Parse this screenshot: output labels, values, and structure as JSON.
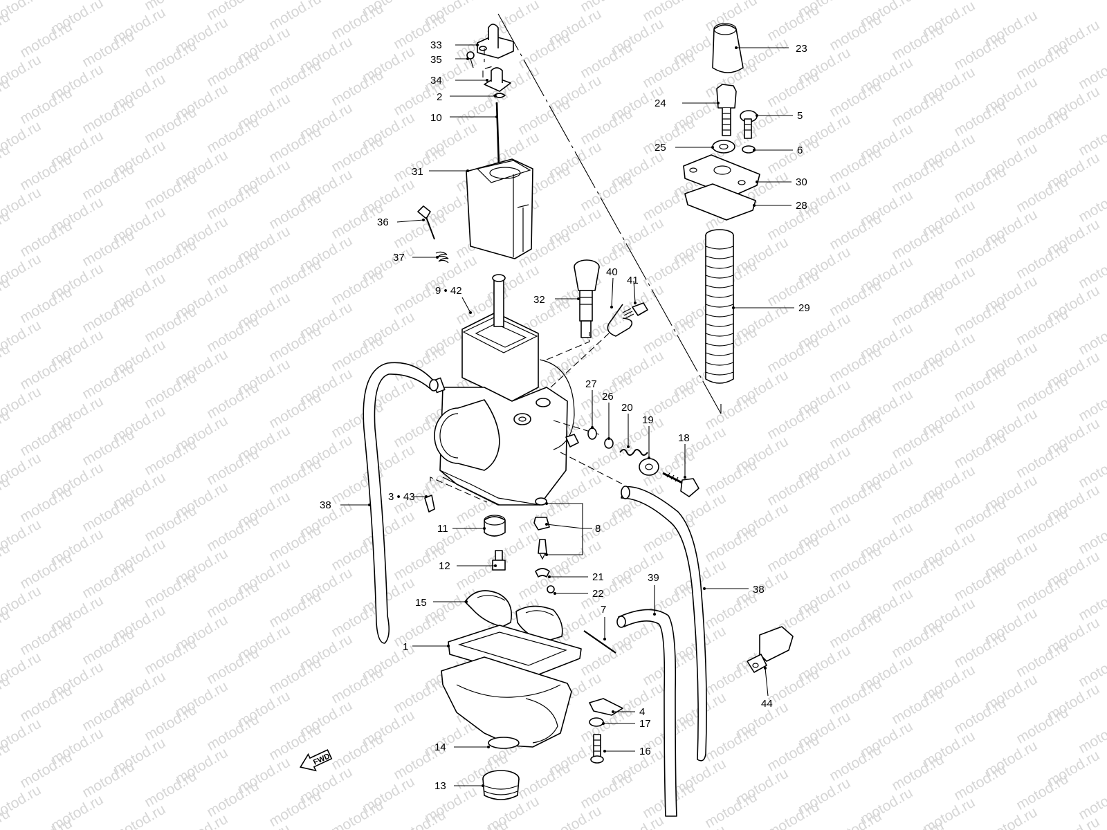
{
  "diagram": {
    "watermark": "motod.ru",
    "fwd_label": "FWD",
    "callouts": [
      {
        "id": "c33",
        "label": "33"
      },
      {
        "id": "c35",
        "label": "35"
      },
      {
        "id": "c34",
        "label": "34"
      },
      {
        "id": "c2",
        "label": "2"
      },
      {
        "id": "c10",
        "label": "10"
      },
      {
        "id": "c31",
        "label": "31"
      },
      {
        "id": "c36",
        "label": "36"
      },
      {
        "id": "c37",
        "label": "37"
      },
      {
        "id": "c942",
        "label": "9 • 42"
      },
      {
        "id": "c32",
        "label": "32"
      },
      {
        "id": "c40",
        "label": "40"
      },
      {
        "id": "c41",
        "label": "41"
      },
      {
        "id": "c23",
        "label": "23"
      },
      {
        "id": "c24",
        "label": "24"
      },
      {
        "id": "c5",
        "label": "5"
      },
      {
        "id": "c25",
        "label": "25"
      },
      {
        "id": "c6",
        "label": "6"
      },
      {
        "id": "c30",
        "label": "30"
      },
      {
        "id": "c28",
        "label": "28"
      },
      {
        "id": "c29",
        "label": "29"
      },
      {
        "id": "c27",
        "label": "27"
      },
      {
        "id": "c26",
        "label": "26"
      },
      {
        "id": "c20",
        "label": "20"
      },
      {
        "id": "c19",
        "label": "19"
      },
      {
        "id": "c18",
        "label": "18"
      },
      {
        "id": "c38a",
        "label": "38"
      },
      {
        "id": "c343",
        "label": "3 • 43"
      },
      {
        "id": "c11",
        "label": "11"
      },
      {
        "id": "c8",
        "label": "8"
      },
      {
        "id": "c12",
        "label": "12"
      },
      {
        "id": "c21",
        "label": "21"
      },
      {
        "id": "c22",
        "label": "22"
      },
      {
        "id": "c39",
        "label": "39"
      },
      {
        "id": "c38b",
        "label": "38"
      },
      {
        "id": "c15",
        "label": "15"
      },
      {
        "id": "c7",
        "label": "7"
      },
      {
        "id": "c1",
        "label": "1"
      },
      {
        "id": "c44",
        "label": "44"
      },
      {
        "id": "c4",
        "label": "4"
      },
      {
        "id": "c17",
        "label": "17"
      },
      {
        "id": "c16",
        "label": "16"
      },
      {
        "id": "c14",
        "label": "14"
      },
      {
        "id": "c13",
        "label": "13"
      }
    ]
  }
}
